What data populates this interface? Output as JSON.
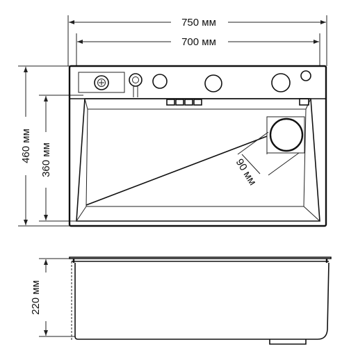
{
  "diagram": {
    "dimensions": {
      "overall_width": "750 мм",
      "inner_width": "700 мм",
      "overall_depth": "460 мм",
      "inner_depth": "360 мм",
      "drainer_width": "90 мм",
      "height": "220 мм"
    },
    "colors": {
      "line": "#111111",
      "background": "#ffffff"
    }
  }
}
